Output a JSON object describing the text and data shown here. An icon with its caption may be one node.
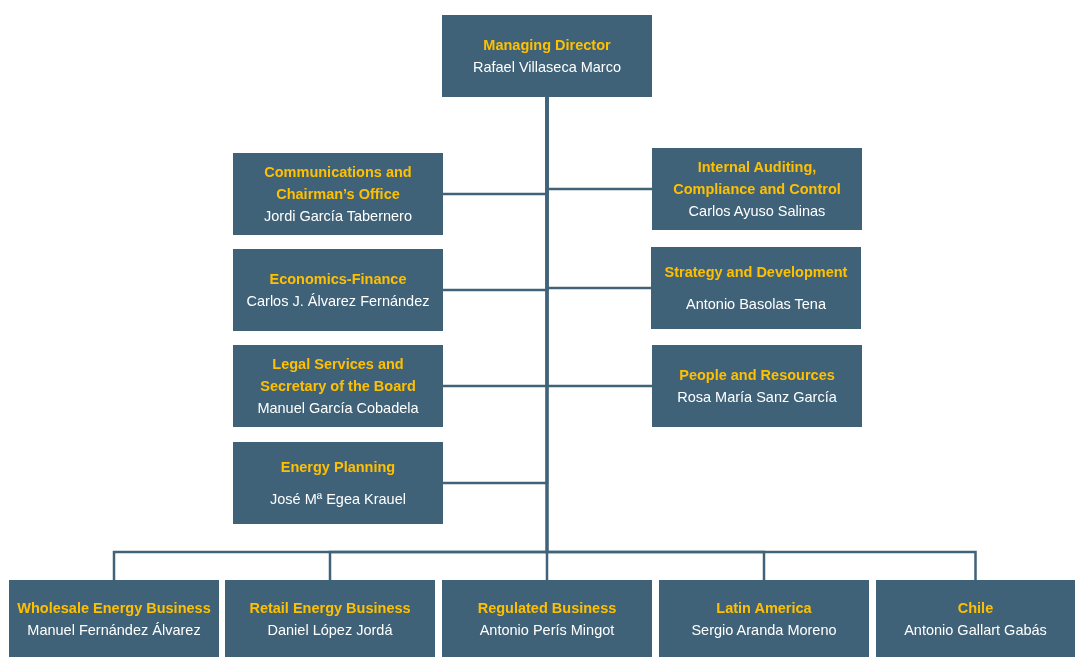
{
  "diagram": {
    "nodes": [
      {
        "text": [
          "Managing Director",
          "Rafael Villaseca Marco"
        ]
      },
      {
        "text": [
          "Communications and Chairman’s Office",
          "Jordi García Tabernero"
        ]
      },
      {
        "text": [
          "Internal Auditing, Compliance and Control",
          "Carlos Ayuso Salinas"
        ]
      },
      {
        "text": [
          "Economics-Finance",
          "Carlos J. Álvarez Fernández"
        ]
      },
      {
        "text": [
          "Strategy and Development",
          "Antonio Basolas Tena"
        ]
      },
      {
        "text": [
          "Legal Services and Secretary of the Board",
          "Manuel García Cobadela"
        ]
      },
      {
        "text": [
          "People and Resources",
          "Rosa María Sanz García"
        ]
      },
      {
        "text": [
          "Energy Planning",
          "José Mª Egea Krauel"
        ]
      },
      {
        "text": [
          "Wholesale Energy Business",
          "Manuel Fernández Álvarez"
        ]
      },
      {
        "text": [
          "Retail Energy Business",
          "Daniel López Jordá"
        ]
      },
      {
        "text": [
          "Regulated Business",
          "Antonio Perís Mingot"
        ]
      },
      {
        "text": [
          "Latin America",
          "Sergio Aranda Moreno"
        ]
      },
      {
        "text": [
          "Chile",
          "Antonio Gallart Gabás"
        ]
      }
    ],
    "edges": [
      {
        "from": 0,
        "to": 1,
        "arrow": "none"
      },
      {
        "from": 0,
        "to": 2,
        "arrow": "none"
      },
      {
        "from": 0,
        "to": 3,
        "arrow": "none"
      },
      {
        "from": 0,
        "to": 4,
        "arrow": "none"
      },
      {
        "from": 0,
        "to": 5,
        "arrow": "none"
      },
      {
        "from": 0,
        "to": 6,
        "arrow": "none"
      },
      {
        "from": 0,
        "to": 7,
        "arrow": "none"
      },
      {
        "from": 0,
        "to": 8,
        "arrow": "none"
      },
      {
        "from": 0,
        "to": 9,
        "arrow": "none"
      },
      {
        "from": 0,
        "to": 10,
        "arrow": "none"
      },
      {
        "from": 0,
        "to": 11,
        "arrow": "none"
      },
      {
        "from": 0,
        "to": 12,
        "arrow": "none"
      }
    ]
  }
}
